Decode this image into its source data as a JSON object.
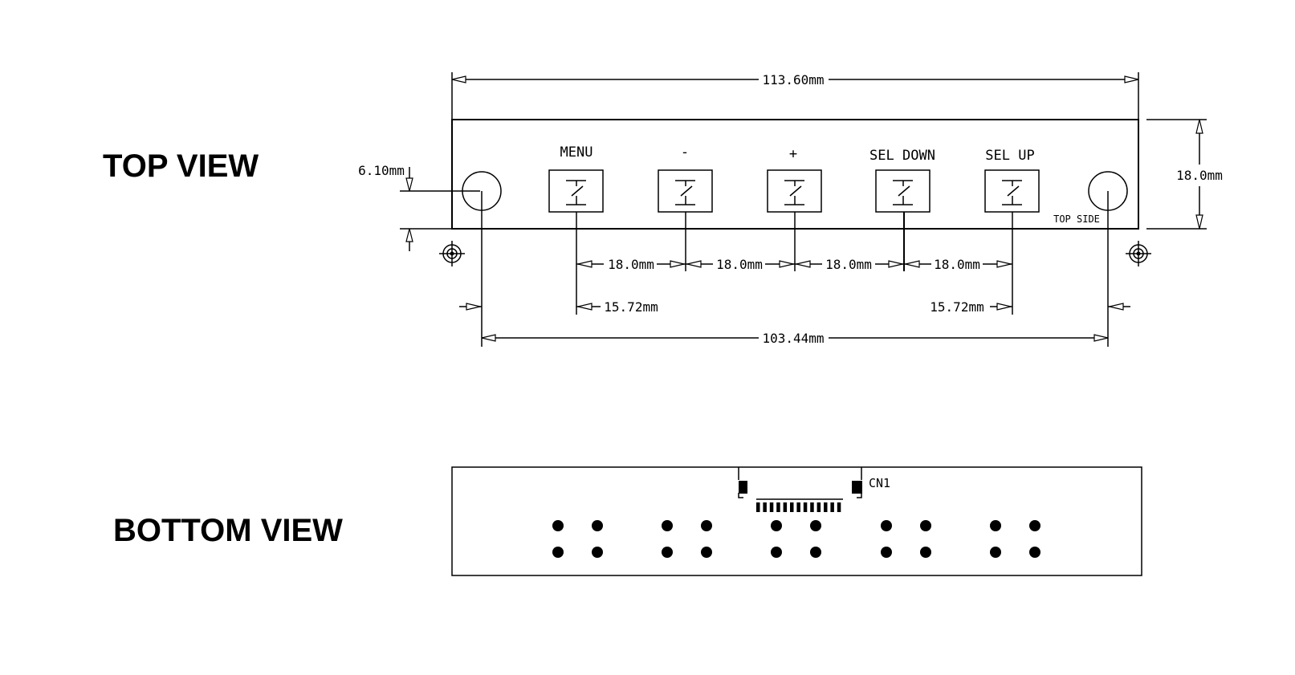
{
  "views": {
    "top_title": "TOP VIEW",
    "bottom_title": "BOTTOM VIEW"
  },
  "buttons": [
    {
      "label": "MENU"
    },
    {
      "label": "-"
    },
    {
      "label": "+"
    },
    {
      "label": "SEL DOWN"
    },
    {
      "label": "SEL UP"
    }
  ],
  "top_side_label": "TOP SIDE",
  "connector_label": "CN1",
  "dimensions": {
    "overall_width": "113.60mm",
    "overall_height": "18.0mm",
    "hole_offset": "6.10mm",
    "pitch_1": "18.0mm",
    "pitch_2": "18.0mm",
    "pitch_3": "18.0mm",
    "pitch_4": "18.0mm",
    "left_offset": "15.72mm",
    "right_offset": "15.72mm",
    "hole_spacing": "103.44mm"
  },
  "colors": {
    "line": "#000000",
    "background": "#ffffff"
  }
}
